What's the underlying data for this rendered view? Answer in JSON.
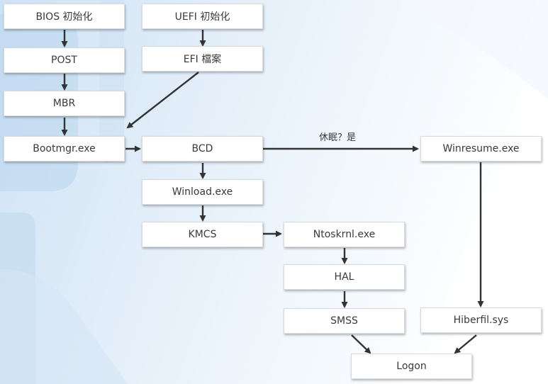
{
  "nodes": {
    "bios_init": "BIOS 初始化",
    "uefi_init": "UEFI 初始化",
    "post": "POST",
    "efi_file": "EFI 檔案",
    "mbr": "MBR",
    "bootmgr": "Bootmgr.exe",
    "bcd": "BCD",
    "winresume": "Winresume.exe",
    "winload": "Winload.exe",
    "kmcs": "KMCS",
    "ntoskrnl": "Ntoskrnl.exe",
    "hal": "HAL",
    "smss": "SMSS",
    "hiberfil": "Hiberfil.sys",
    "logon": "Logon"
  },
  "edge_labels": {
    "hibernate_yes": "休眠？是"
  },
  "colors": {
    "arrow": "#333333",
    "node_border": "#d7dbe0",
    "text": "#3a3a3a"
  }
}
